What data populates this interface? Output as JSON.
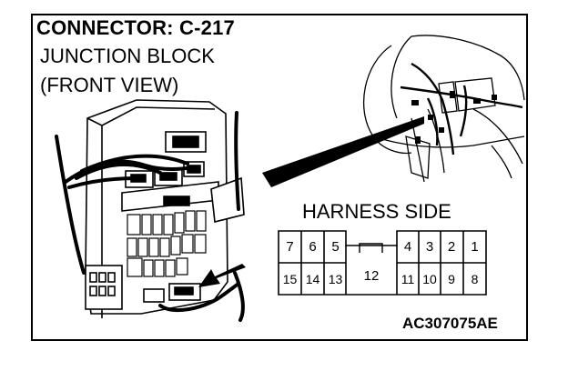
{
  "title": "CONNECTOR: C-217",
  "subtitle_line1": "JUNCTION BLOCK",
  "subtitle_line2": "(FRONT VIEW)",
  "harness_label": "HARNESS SIDE",
  "figure_code": "AC307075AE",
  "connector": {
    "top_left_pins": [
      "7",
      "6",
      "5"
    ],
    "top_right_pins": [
      "4",
      "3",
      "2",
      "1"
    ],
    "bottom_left_pins": [
      "15",
      "14",
      "13"
    ],
    "center_pin": "12",
    "bottom_right_pins": [
      "11",
      "10",
      "9",
      "8"
    ]
  },
  "icons": {
    "junction_block": "junction-block-illustration",
    "dashboard": "dashboard-location-illustration",
    "pointer": "location-pointer-arrow"
  }
}
